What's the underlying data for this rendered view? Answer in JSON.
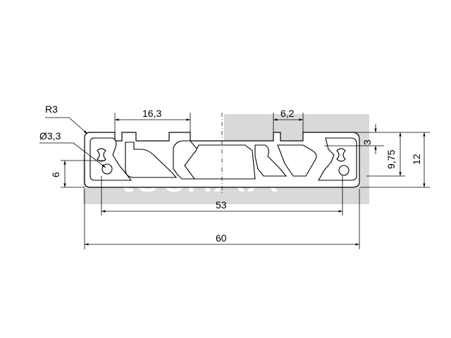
{
  "drawing": {
    "watermark": "techXX",
    "dimensions": {
      "radius": "R3",
      "hole_diameter": "Ø3,3",
      "slot_width_left": "16,3",
      "slot_width_right": "6,2",
      "overall_width": "60",
      "inner_width": "53",
      "left_height": "6",
      "right_small": "3",
      "right_mid": "9,75",
      "right_total": "12"
    },
    "colors": {
      "line": "#000000",
      "watermark_bg": "#d9d9d9",
      "background": "#ffffff"
    }
  }
}
